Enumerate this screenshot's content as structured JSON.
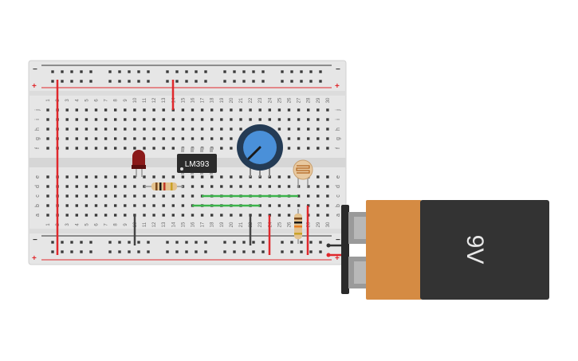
{
  "breadboard": {
    "column_labels": [
      "1",
      "2",
      "3",
      "4",
      "5",
      "6",
      "7",
      "8",
      "9",
      "10",
      "11",
      "12",
      "13",
      "14",
      "15",
      "16",
      "17",
      "18",
      "19",
      "20",
      "21",
      "22",
      "23",
      "24",
      "25",
      "26",
      "27",
      "28",
      "29",
      "30"
    ],
    "row_labels_top": [
      "j",
      "i",
      "h",
      "g",
      "f"
    ],
    "row_labels_bottom": [
      "e",
      "d",
      "c",
      "b",
      "a"
    ],
    "rail_minus": "−",
    "rail_plus": "+"
  },
  "components": {
    "ic_label": "LM393",
    "battery_label": "9V",
    "led_color": "#8b1a1a",
    "knob_color": "#4a90d9"
  },
  "colors": {
    "wire_red": "#e0282c",
    "wire_green": "#3cb44b",
    "wire_black": "#444444",
    "board": "#e6e6e6",
    "battery_copper": "#d58b43",
    "battery_body": "#333333"
  }
}
